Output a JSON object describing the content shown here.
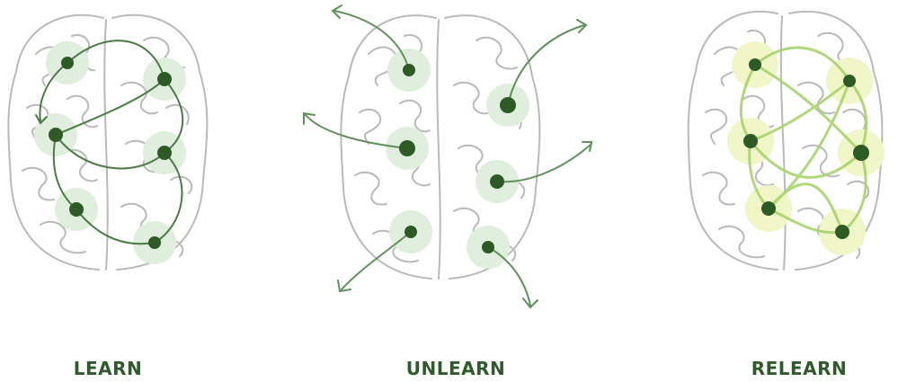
{
  "panels": [
    {
      "label": "LEARN"
    },
    {
      "label": "UNLEARN"
    },
    {
      "label": "RELEARN"
    }
  ],
  "colors": {
    "brain_outline": "#b9b9b9",
    "dark_green": "#2f5a2b",
    "node_dark": "#2d5a25",
    "halo_green": "#dfeedd",
    "arrow_green": "#5f8f5a",
    "light_green": "#a8d36d",
    "halo_yellow": "#f1f6c8"
  }
}
